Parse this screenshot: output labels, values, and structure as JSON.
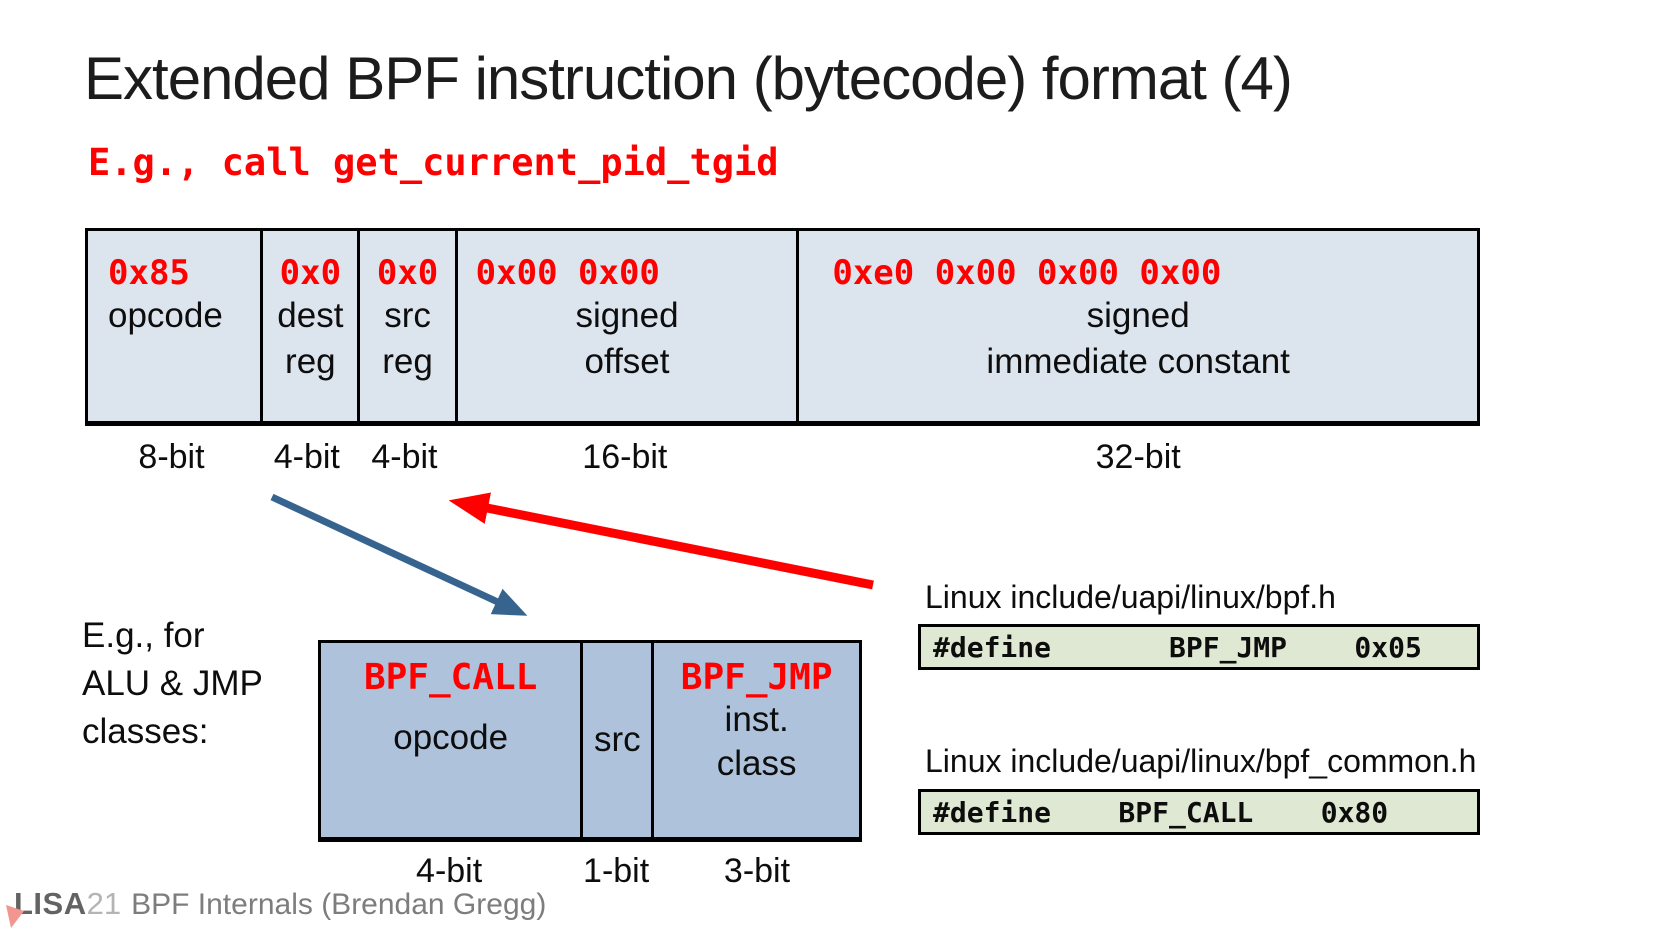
{
  "slide": {
    "title": "Extended BPF instruction (bytecode) format (4)",
    "example_line": "E.g., call get_current_pid_tgid"
  },
  "instruction_table": {
    "cells": [
      {
        "hex": "0x85",
        "label": "opcode",
        "bits": "8-bit"
      },
      {
        "hex": "0x0",
        "label": "dest\nreg",
        "bits": "4-bit"
      },
      {
        "hex": "0x0",
        "label": "src\nreg",
        "bits": "4-bit"
      },
      {
        "hex": "0x00 0x00",
        "label": "signed\noffset",
        "bits": "16-bit"
      },
      {
        "hex": "0xe0 0x00 0x00 0x00",
        "label": "signed\nimmediate constant",
        "bits": "32-bit"
      }
    ]
  },
  "opcode_table": {
    "intro": "E.g., for\nALU & JMP\nclasses:",
    "cells": [
      {
        "value": "BPF_CALL",
        "label": "opcode",
        "bits": "4-bit"
      },
      {
        "label": "src",
        "bits": "1-bit"
      },
      {
        "value": "BPF_JMP",
        "label": "inst.\nclass",
        "bits": "3-bit"
      }
    ]
  },
  "references": [
    {
      "heading": "Linux include/uapi/linux/bpf.h",
      "code": "#define       BPF_JMP    0x05"
    },
    {
      "heading": "Linux include/uapi/linux/bpf_common.h",
      "code": "#define    BPF_CALL    0x80"
    }
  ],
  "footer": {
    "brand": "LISA",
    "year": "21",
    "text": "BPF Internals (Brendan Gregg)"
  },
  "colors": {
    "accent-red": "#ff0000",
    "arrow-blue": "#36648f",
    "table1-bg": "#dce4ee",
    "table2-bg": "#aec3db",
    "code-bg": "#dfe8d2",
    "border-black": "#000000",
    "footer-brand": "#636363",
    "footer-year": "#b4b4b4",
    "footer-gray": "#7d7d7d",
    "corner-pink": "#f2968f"
  }
}
